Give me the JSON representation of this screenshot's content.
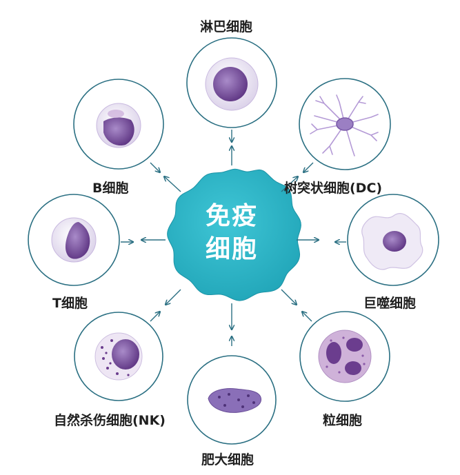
{
  "center": {
    "line1": "免疫",
    "line2": "细胞"
  },
  "cells": [
    {
      "id": "lymphocyte",
      "label": "淋巴细胞"
    },
    {
      "id": "dendritic",
      "label": "树突状细胞(DC)"
    },
    {
      "id": "macrophage",
      "label": "巨噬细胞"
    },
    {
      "id": "granulocyte",
      "label": "粒细胞"
    },
    {
      "id": "mast",
      "label": "肥大细胞"
    },
    {
      "id": "nk",
      "label": "自然杀伤细胞(NK)"
    },
    {
      "id": "t",
      "label": "T细胞"
    },
    {
      "id": "b",
      "label": "B细胞"
    }
  ],
  "colors": {
    "center_fill": "#2fb7c8",
    "circle_stroke": "#2a6f82",
    "arrow": "#2a6f82",
    "cell_purple": "#6b3d8e"
  }
}
